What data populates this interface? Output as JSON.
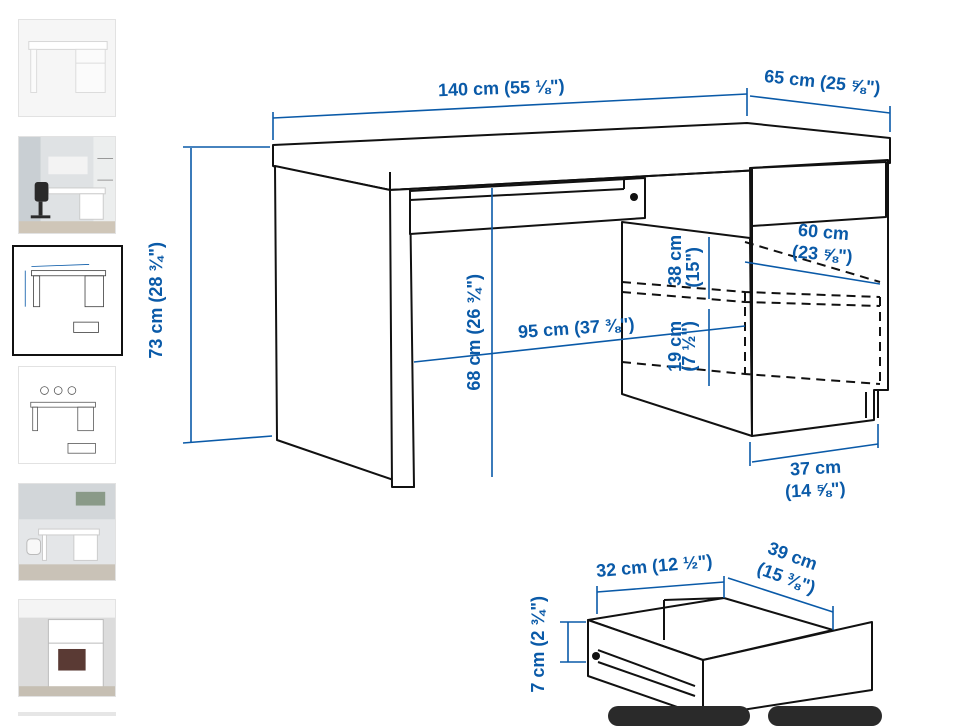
{
  "thumbnails": [
    {
      "name": "product-front-view",
      "active": false
    },
    {
      "name": "room-photo-with-chair",
      "active": false
    },
    {
      "name": "dimensions-diagram",
      "active": true
    },
    {
      "name": "accessory-diagram",
      "active": false
    },
    {
      "name": "room-photo-white-chair",
      "active": false
    },
    {
      "name": "detail-photo-shelf",
      "active": false
    }
  ],
  "dimensions": {
    "width": "140 cm (55 ⅛\")",
    "depth": "65 cm (25 ⅝\")",
    "height": "73 cm (28 ¾\")",
    "knee_height": "68 cm (26 ¾\")",
    "knee_width": "95 cm (37 ⅜\")",
    "shelf_upper_cm": "38 cm",
    "shelf_upper_in": "(15\")",
    "shelf_lower_cm": "19 cm",
    "shelf_lower_in": "(7 ½\")",
    "inner_depth_cm": "60 cm",
    "inner_depth_in": "(23 ⅝\")",
    "cabinet_width_cm": "37 cm",
    "cabinet_width_in": "(14 ⅝\")",
    "drawer_width": "32 cm (12 ½\")",
    "drawer_depth_cm": "39 cm",
    "drawer_depth_in": "(15 ⅜\")",
    "drawer_height": "7 cm (2 ¾\")"
  },
  "colors": {
    "accent": "#0a5aa8",
    "line": "#111111"
  }
}
